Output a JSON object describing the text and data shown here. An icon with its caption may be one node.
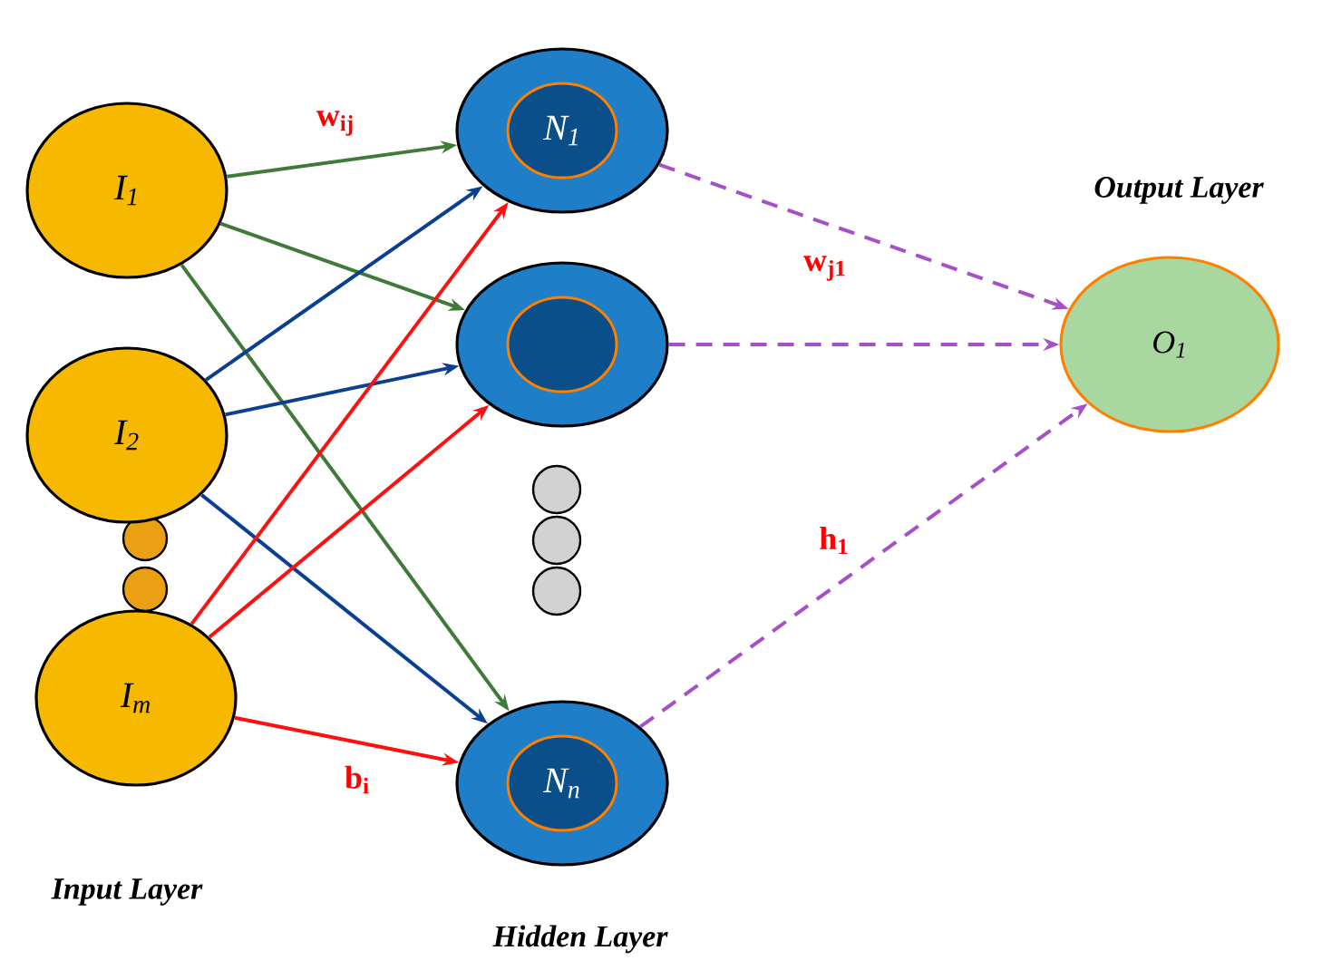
{
  "diagram": {
    "nodes": [
      {
        "text": [
          "I$_{1}$"
        ]
      },
      {
        "text": [
          "I$_{2}$"
        ]
      },
      {
        "text": [
          "I$_{m}$"
        ]
      },
      {
        "text": [
          "N$_{1}$"
        ]
      },
      {
        "text": [],
        "shape": "circle"
      },
      {
        "text": [
          "N$_{n}$"
        ]
      },
      {
        "text": [
          "O$_{1}$"
        ]
      }
    ],
    "edges": [
      {
        "from": 0,
        "to": 3,
        "arrow": "to",
        "color": "#3f7a3a",
        "label": "w$_{ij}$"
      },
      {
        "from": 0,
        "to": 4,
        "arrow": "to",
        "color": "#3f7a3a"
      },
      {
        "from": 0,
        "to": 5,
        "arrow": "to",
        "color": "#3f7a3a"
      },
      {
        "from": 1,
        "to": 3,
        "arrow": "to",
        "color": "#0b3f8f"
      },
      {
        "from": 1,
        "to": 4,
        "arrow": "to",
        "color": "#0b3f8f"
      },
      {
        "from": 1,
        "to": 5,
        "arrow": "to",
        "color": "#0b3f8f"
      },
      {
        "from": 2,
        "to": 3,
        "arrow": "to",
        "color": "#ff1010"
      },
      {
        "from": 2,
        "to": 4,
        "arrow": "to",
        "color": "#ff1010"
      },
      {
        "from": 2,
        "to": 5,
        "arrow": "to",
        "color": "#ff1010",
        "label": "b$_{i}$"
      },
      {
        "from": 3,
        "to": 6,
        "arrow": "to",
        "style": "dashed",
        "color": "#a64fc9",
        "label": "w$_{j1}$"
      },
      {
        "from": 4,
        "to": 6,
        "arrow": "to",
        "style": "dashed",
        "color": "#a64fc9"
      },
      {
        "from": 5,
        "to": 6,
        "arrow": "to",
        "style": "dashed",
        "color": "#a64fc9",
        "label": "h$_{1}$"
      }
    ],
    "labels": [
      "Output Layer",
      "Input Layer",
      "Hidden Layer"
    ]
  }
}
